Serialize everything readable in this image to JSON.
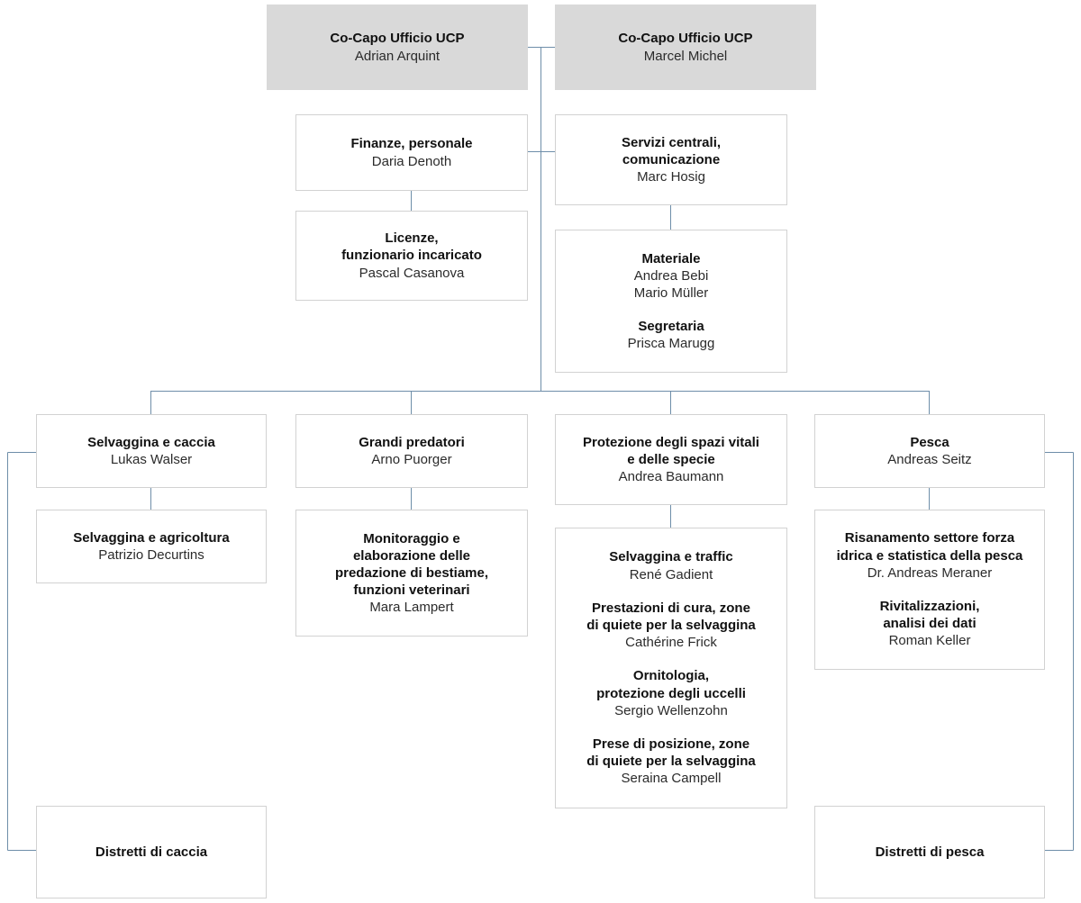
{
  "theme": {
    "head_box_fill": "#d9d9d9",
    "box_border": "#d2d2d2",
    "box_fill": "#ffffff",
    "connector": "#6e8ea9",
    "text": "#111111",
    "page_background": "#ffffff"
  },
  "nodes": {
    "co_head_left": {
      "role": "Co-Capo Ufficio UCP",
      "person": "Adrian Arquint"
    },
    "co_head_right": {
      "role": "Co-Capo Ufficio UCP",
      "person": "Marcel Michel"
    },
    "finanze": {
      "role": "Finanze, personale",
      "person": "Daria Denoth"
    },
    "licenze": {
      "role": "Licenze,\nfunzionario incaricato",
      "role_line1": "Licenze,",
      "role_line2": "funzionario incaricato",
      "person": "Pascal Casanova"
    },
    "servizi_centrali": {
      "role_line1": "Servizi centrali,",
      "role_line2": "comunicazione",
      "person": "Marc Hosig"
    },
    "materiale": {
      "role": "Materiale",
      "person1": "Andrea Bebi",
      "person2": "Mario Müller",
      "role2": "Segretaria",
      "person3": "Prisca Marugg"
    },
    "selvaggina_caccia": {
      "role": "Selvaggina e caccia",
      "person": "Lukas Walser"
    },
    "selvaggina_agricoltura": {
      "role": "Selvaggina e agricoltura",
      "person": "Patrizio Decurtins"
    },
    "grandi_predatori": {
      "role": "Grandi predatori",
      "person": "Arno Puorger"
    },
    "monitoraggio": {
      "role_line1": "Monitoraggio e",
      "role_line2": "elaborazione delle",
      "role_line3": "predazione di bestiame,",
      "role_line4": "funzioni veterinari",
      "person": "Mara Lampert"
    },
    "protezione_spazi": {
      "role_line1": "Protezione degli spazi vitali",
      "role_line2": "e delle specie",
      "person": "Andrea Baumann"
    },
    "protezione_sub": {
      "g1_role": "Selvaggina e traffic",
      "g1_person": "René Gadient",
      "g2_role_line1": "Prestazioni di cura, zone",
      "g2_role_line2": "di quiete per la selvaggina",
      "g2_person": "Cathérine Frick",
      "g3_role_line1": "Ornitologia,",
      "g3_role_line2": "protezione degli uccelli",
      "g3_person": "Sergio Wellenzohn",
      "g4_role_line1": "Prese di posizione, zone",
      "g4_role_line2": "di quiete per la selvaggina",
      "g4_person": "Seraina Campell"
    },
    "pesca": {
      "role": "Pesca",
      "person": "Andreas Seitz"
    },
    "pesca_sub": {
      "g1_role_line1": "Risanamento settore forza",
      "g1_role_line2": "idrica e statistica della pesca",
      "g1_person": "Dr. Andreas Meraner",
      "g2_role_line1": "Rivitalizzazioni,",
      "g2_role_line2": "analisi dei dati",
      "g2_person": "Roman Keller"
    },
    "distretti_caccia": {
      "role": "Distretti di caccia"
    },
    "distretti_pesca": {
      "role": "Distretti di pesca"
    }
  }
}
